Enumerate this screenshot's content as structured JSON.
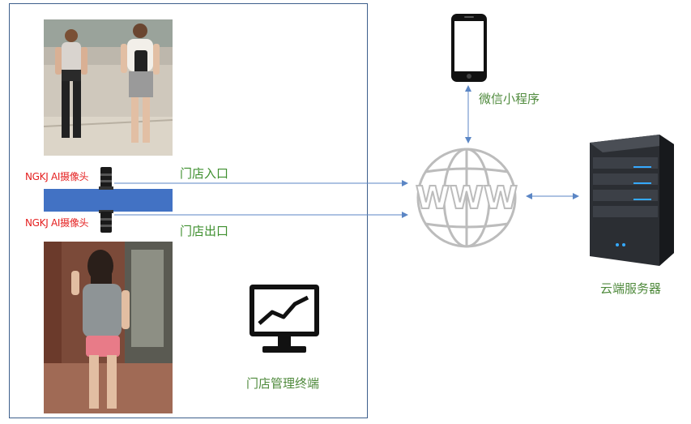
{
  "camera": {
    "top_label": "NGKJ AI摄像头",
    "bottom_label": "NGKJ AI摄像头"
  },
  "store": {
    "entrance_label": "门店入口",
    "exit_label": "门店出口",
    "terminal_label": "门店管理终端"
  },
  "network": {
    "miniprogram_label": "微信小程序",
    "globe_text": "WWW",
    "cloud_label": "云端服务器"
  },
  "colors": {
    "frame": "#3d5f8c",
    "door": "#4272c4",
    "camera_text": "#e41f1f",
    "label_text": "#3e8f2e",
    "arrow": "#5b86c5"
  }
}
